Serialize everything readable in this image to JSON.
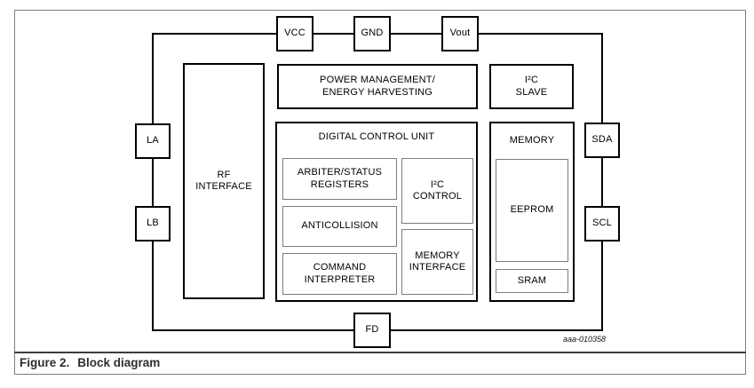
{
  "figure": {
    "caption_prefix": "Figure 2.",
    "caption_title": "Block diagram",
    "watermark": "aaa-010358"
  },
  "pins": {
    "vcc": "VCC",
    "gnd": "GND",
    "vout": "Vout",
    "la": "LA",
    "lb": "LB",
    "sda": "SDA",
    "scl": "SCL",
    "fd": "FD"
  },
  "blocks": {
    "rf_interface": "RF\nINTERFACE",
    "power_management": "POWER MANAGEMENT/\nENERGY HARVESTING",
    "i2c_slave": "I²C\nSLAVE",
    "dcu_title": "DIGITAL CONTROL UNIT",
    "arbiter": "ARBITER/STATUS\nREGISTERS",
    "anticollision": "ANTICOLLISION",
    "command_interpreter": "COMMAND\nINTERPRETER",
    "i2c_control": "I²C\nCONTROL",
    "memory_interface": "MEMORY\nINTERFACE",
    "memory_title": "MEMORY",
    "eeprom": "EEPROM",
    "sram": "SRAM"
  },
  "colors": {
    "line": "#000000",
    "sub_border": "#7d7d7d",
    "figure_border": "#7e7e7e",
    "caption": "#2e2e2e"
  }
}
